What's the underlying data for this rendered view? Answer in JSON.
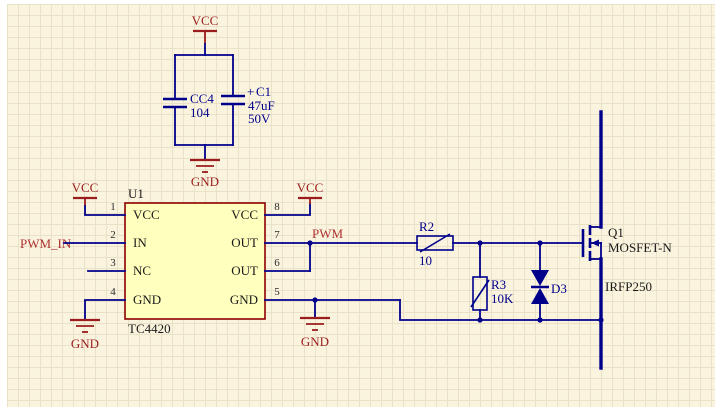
{
  "colors": {
    "bg": "#FAF4DF",
    "grid": "#E9E1C8",
    "wire": "#00008B",
    "power": "#9B1C1C",
    "net": "#B03030",
    "comp": "#00008B",
    "black": "#1A1A1A",
    "icfill": "#FFFFBE",
    "icborder": "#8B0000"
  },
  "power_ports": {
    "top_vcc": "VCC",
    "top_gnd": "GND",
    "left_vcc": "VCC",
    "left_gnd": "GND",
    "right_vcc": "VCC",
    "right_gnd": "GND"
  },
  "net_labels": {
    "pwm_in": "PWM_IN",
    "pwm": "PWM"
  },
  "components": {
    "u1": {
      "designator": "U1",
      "part": "TC4420",
      "pins_left": [
        {
          "num": "1",
          "name": "VCC"
        },
        {
          "num": "2",
          "name": "IN"
        },
        {
          "num": "3",
          "name": "NC"
        },
        {
          "num": "4",
          "name": "GND"
        }
      ],
      "pins_right": [
        {
          "num": "8",
          "name": "VCC"
        },
        {
          "num": "7",
          "name": "OUT"
        },
        {
          "num": "6",
          "name": "OUT"
        },
        {
          "num": "5",
          "name": "GND"
        }
      ]
    },
    "cc4": {
      "designator": "CC4",
      "value": "104"
    },
    "c1": {
      "plus": "+",
      "designator": "C1",
      "value": "47uF",
      "rating": "50V"
    },
    "r2": {
      "designator": "R2",
      "value": "10"
    },
    "r3": {
      "designator": "R3",
      "value": "10K"
    },
    "d3": {
      "designator": "D3"
    },
    "q1": {
      "designator": "Q1",
      "type": "MOSFET-N",
      "part": "IRFP250"
    }
  }
}
